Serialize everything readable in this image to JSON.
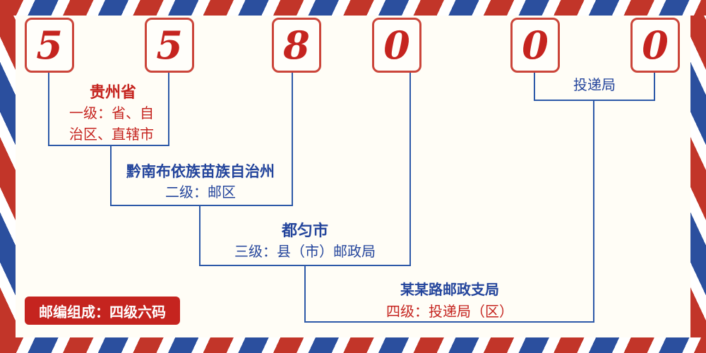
{
  "postal_code": {
    "digits": [
      "5",
      "5",
      "8",
      "0",
      "0",
      "0"
    ]
  },
  "annotations": {
    "level1": {
      "region": "贵州省",
      "desc_lines": [
        "一级：省、自",
        "治区、直辖市"
      ]
    },
    "level2": {
      "region": "黔南布依族苗族自治州",
      "desc": "二级：邮区"
    },
    "level3": {
      "region": "都匀市",
      "desc": "三级：县（市）邮政局"
    },
    "delivery": {
      "label": "投递局"
    },
    "level4": {
      "region": "某某路邮政支局",
      "desc": "四级：投递局（区）"
    }
  },
  "footer": {
    "composition_note": "邮编组成：四级六码"
  },
  "colors": {
    "digit_red": "#c5241f",
    "label_blue": "#24459c",
    "label_red": "#c5241f",
    "line_blue": "#2d59a8",
    "stripe_red": "#c23529",
    "stripe_blue": "#2b4f9e",
    "background": "#fffdf6"
  }
}
